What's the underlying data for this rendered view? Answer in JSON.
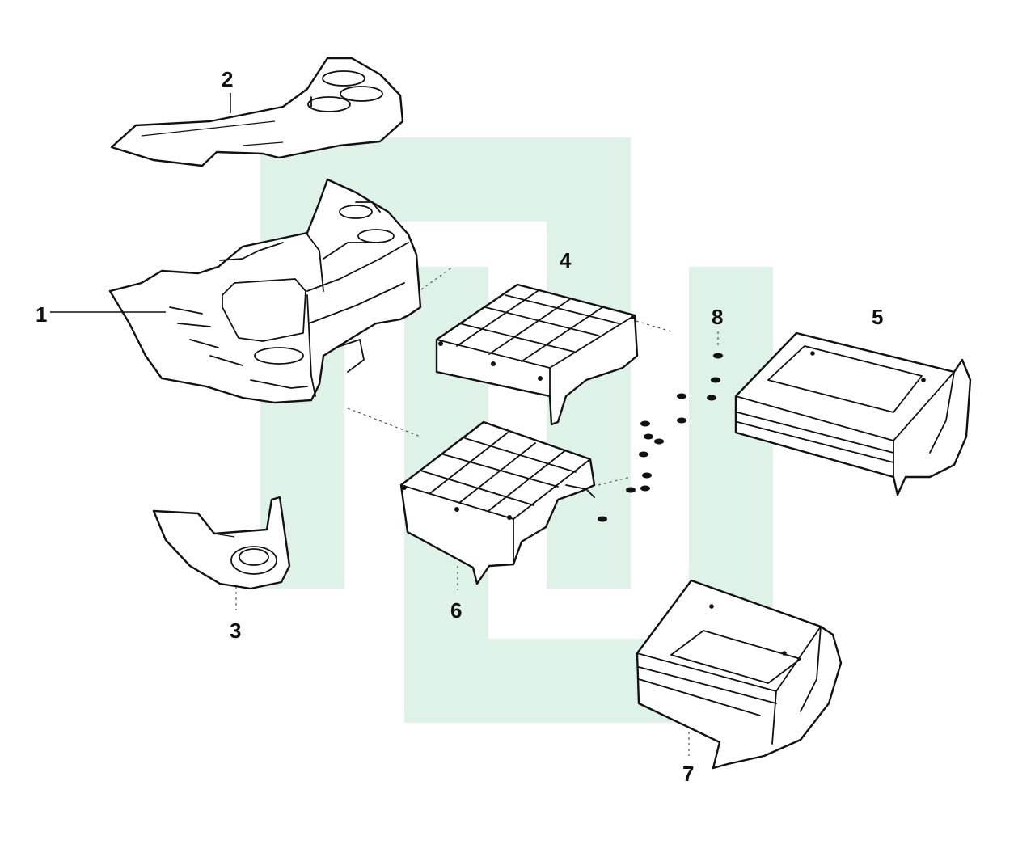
{
  "diagram": {
    "watermark_color": "#dff2e7",
    "line_color": "#111111",
    "callouts": {
      "part1": "1",
      "part2": "2",
      "part3": "3",
      "part4": "4",
      "part5": "5",
      "part6": "6",
      "part7": "7",
      "part8": "8"
    },
    "parts": [
      {
        "id": "1",
        "icon": "center-console-body"
      },
      {
        "id": "2",
        "icon": "console-top-cover-with-cupholders"
      },
      {
        "id": "3",
        "icon": "rear-cupholder-panel"
      },
      {
        "id": "4",
        "icon": "upper-storage-tray-frame"
      },
      {
        "id": "5",
        "icon": "upper-storage-box"
      },
      {
        "id": "6",
        "icon": "lower-storage-tray-frame"
      },
      {
        "id": "7",
        "icon": "lower-storage-box"
      },
      {
        "id": "8",
        "icon": "screws"
      }
    ]
  }
}
